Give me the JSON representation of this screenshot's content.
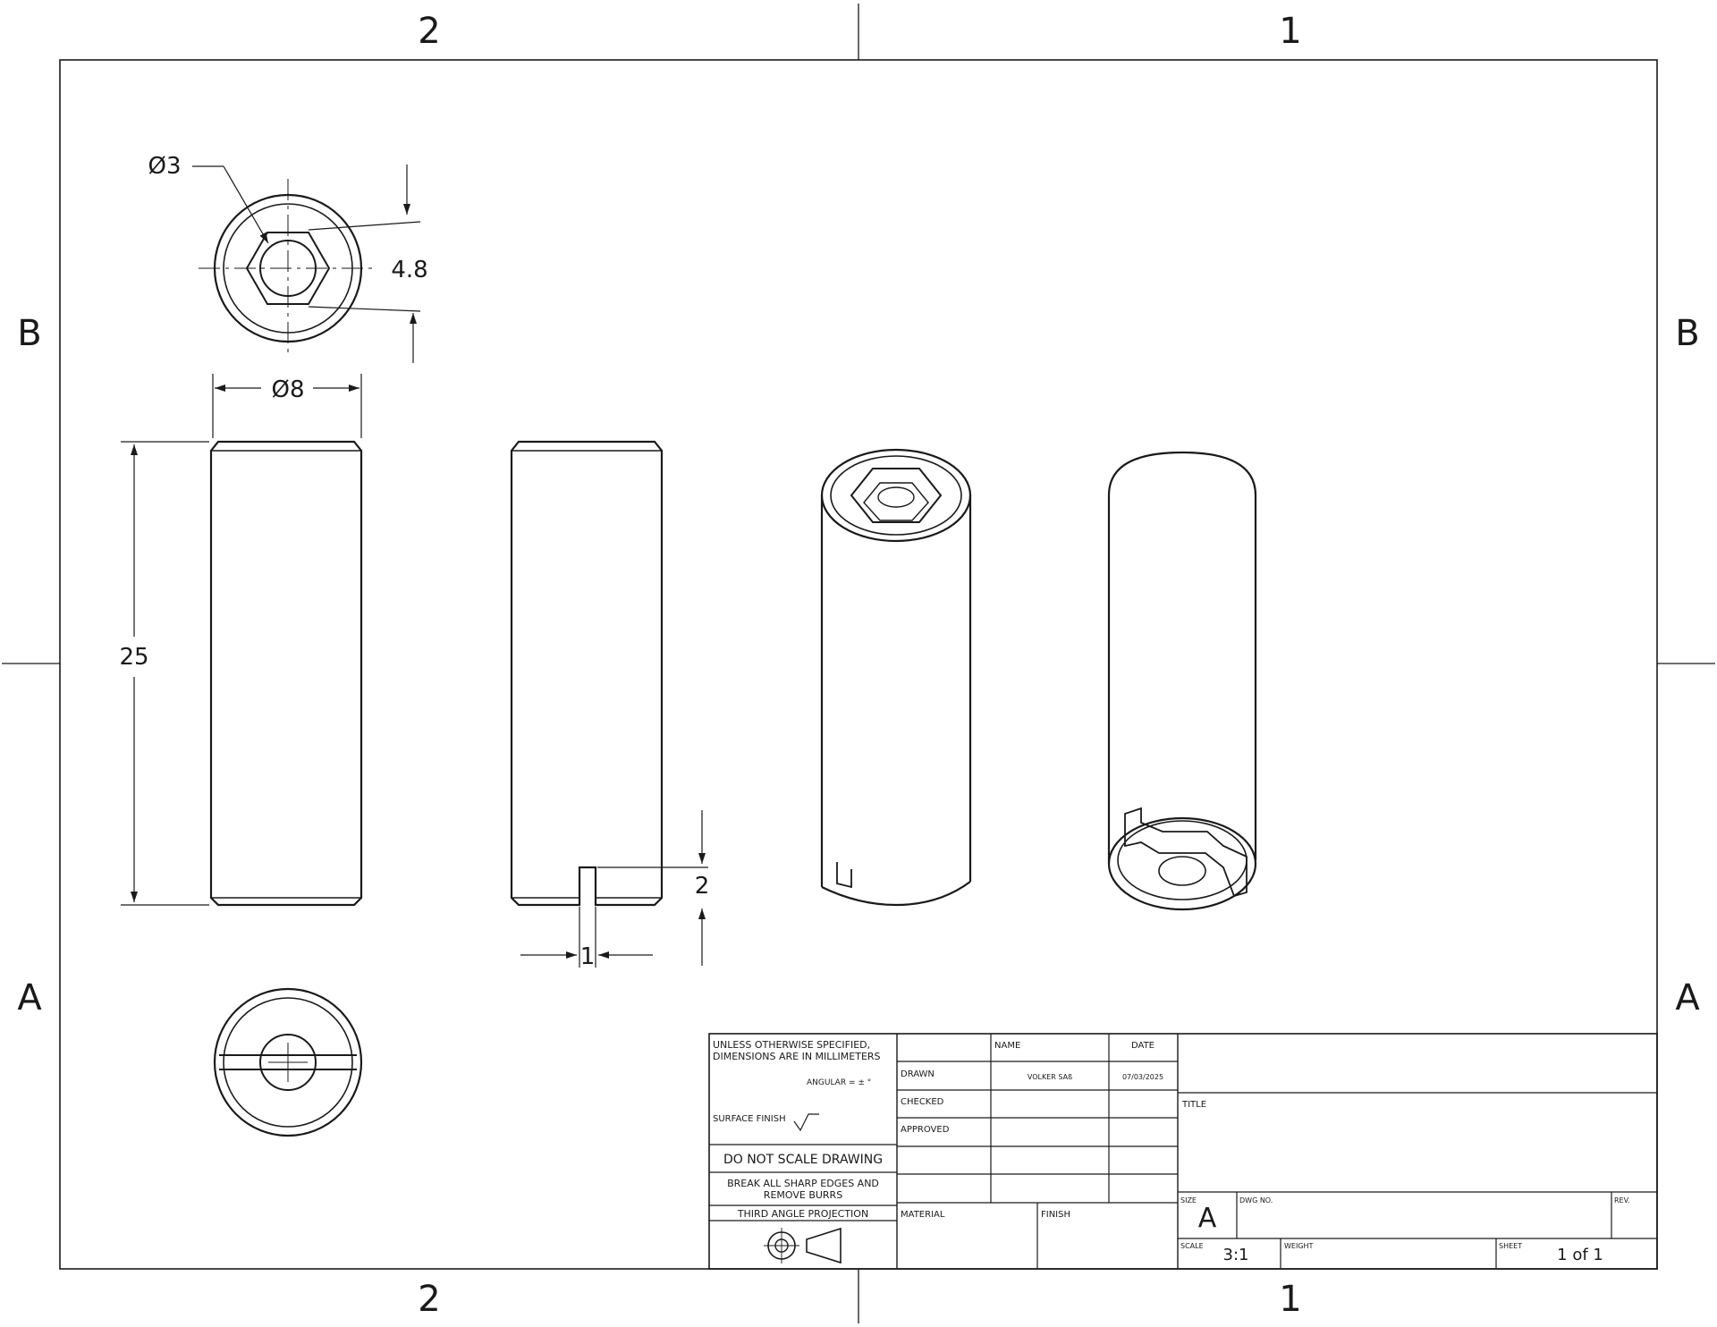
{
  "frame": {
    "zone_cols": [
      "2",
      "1"
    ],
    "zone_rows": [
      "B",
      "A"
    ]
  },
  "dimensions": {
    "hole_dia": "Ø3",
    "hex_flats": "4.8",
    "outer_dia": "Ø8",
    "length": "25",
    "slot_depth": "2",
    "slot_width": "1"
  },
  "title_block": {
    "tolerance_note_1": "UNLESS OTHERWISE SPECIFIED,",
    "tolerance_note_2": "DIMENSIONS ARE IN MILLIMETERS",
    "angular": "ANGULAR = ± °",
    "surface_finish": "SURFACE FINISH",
    "do_not_scale": "DO NOT SCALE DRAWING",
    "break_edges_1": "BREAK ALL SHARP EDGES AND",
    "break_edges_2": "REMOVE BURRS",
    "projection": "THIRD ANGLE PROJECTION",
    "name_header": "NAME",
    "date_header": "DATE",
    "drawn_label": "DRAWN",
    "drawn_name": "VOLKER SAß",
    "drawn_date": "07/03/2025",
    "checked_label": "CHECKED",
    "approved_label": "APPROVED",
    "material_label": "MATERIAL",
    "finish_label": "FINISH",
    "title_label": "TITLE",
    "size_label": "SIZE",
    "size_value": "A",
    "dwg_no_label": "DWG NO.",
    "rev_label": "REV.",
    "scale_label": "SCALE",
    "scale_value": "3:1",
    "weight_label": "WEIGHT",
    "sheet_label": "SHEET",
    "sheet_value": "1 of 1"
  }
}
